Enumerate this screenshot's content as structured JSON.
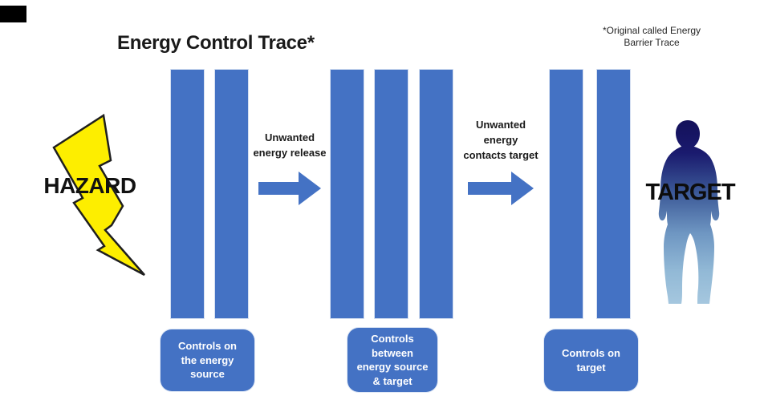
{
  "title": "Energy Control Trace*",
  "footnote": [
    "*Original called Energy",
    "Barrier Trace"
  ],
  "hazard": {
    "label": "HAZARD"
  },
  "target": {
    "label": "TARGET"
  },
  "flow": [
    {
      "lines": [
        "Unwanted",
        "energy release"
      ]
    },
    {
      "lines": [
        "Unwanted",
        "energy",
        "contacts target"
      ]
    }
  ],
  "controls": [
    {
      "lines": [
        "Controls on",
        "the energy",
        "source"
      ]
    },
    {
      "lines": [
        "Controls",
        "between",
        "energy source",
        "& target"
      ]
    },
    {
      "lines": [
        "Controls on",
        "target"
      ]
    }
  ],
  "barriers": {
    "groups": [
      2,
      3,
      2
    ]
  },
  "icons": {
    "hazard": "lightning-bolt-icon",
    "flow": "right-block-arrow-icon",
    "target": "person-silhouette-icon"
  },
  "colors": {
    "barrier_blue": "#4472C4",
    "hazard_yellow": "#FDEE00",
    "silhouette_top": "#131059",
    "silhouette_bottom": "#A8C9E0",
    "text_dark": "#1A1A1A",
    "box_text": "#FFFFFF",
    "artifact_black": "#000000"
  }
}
